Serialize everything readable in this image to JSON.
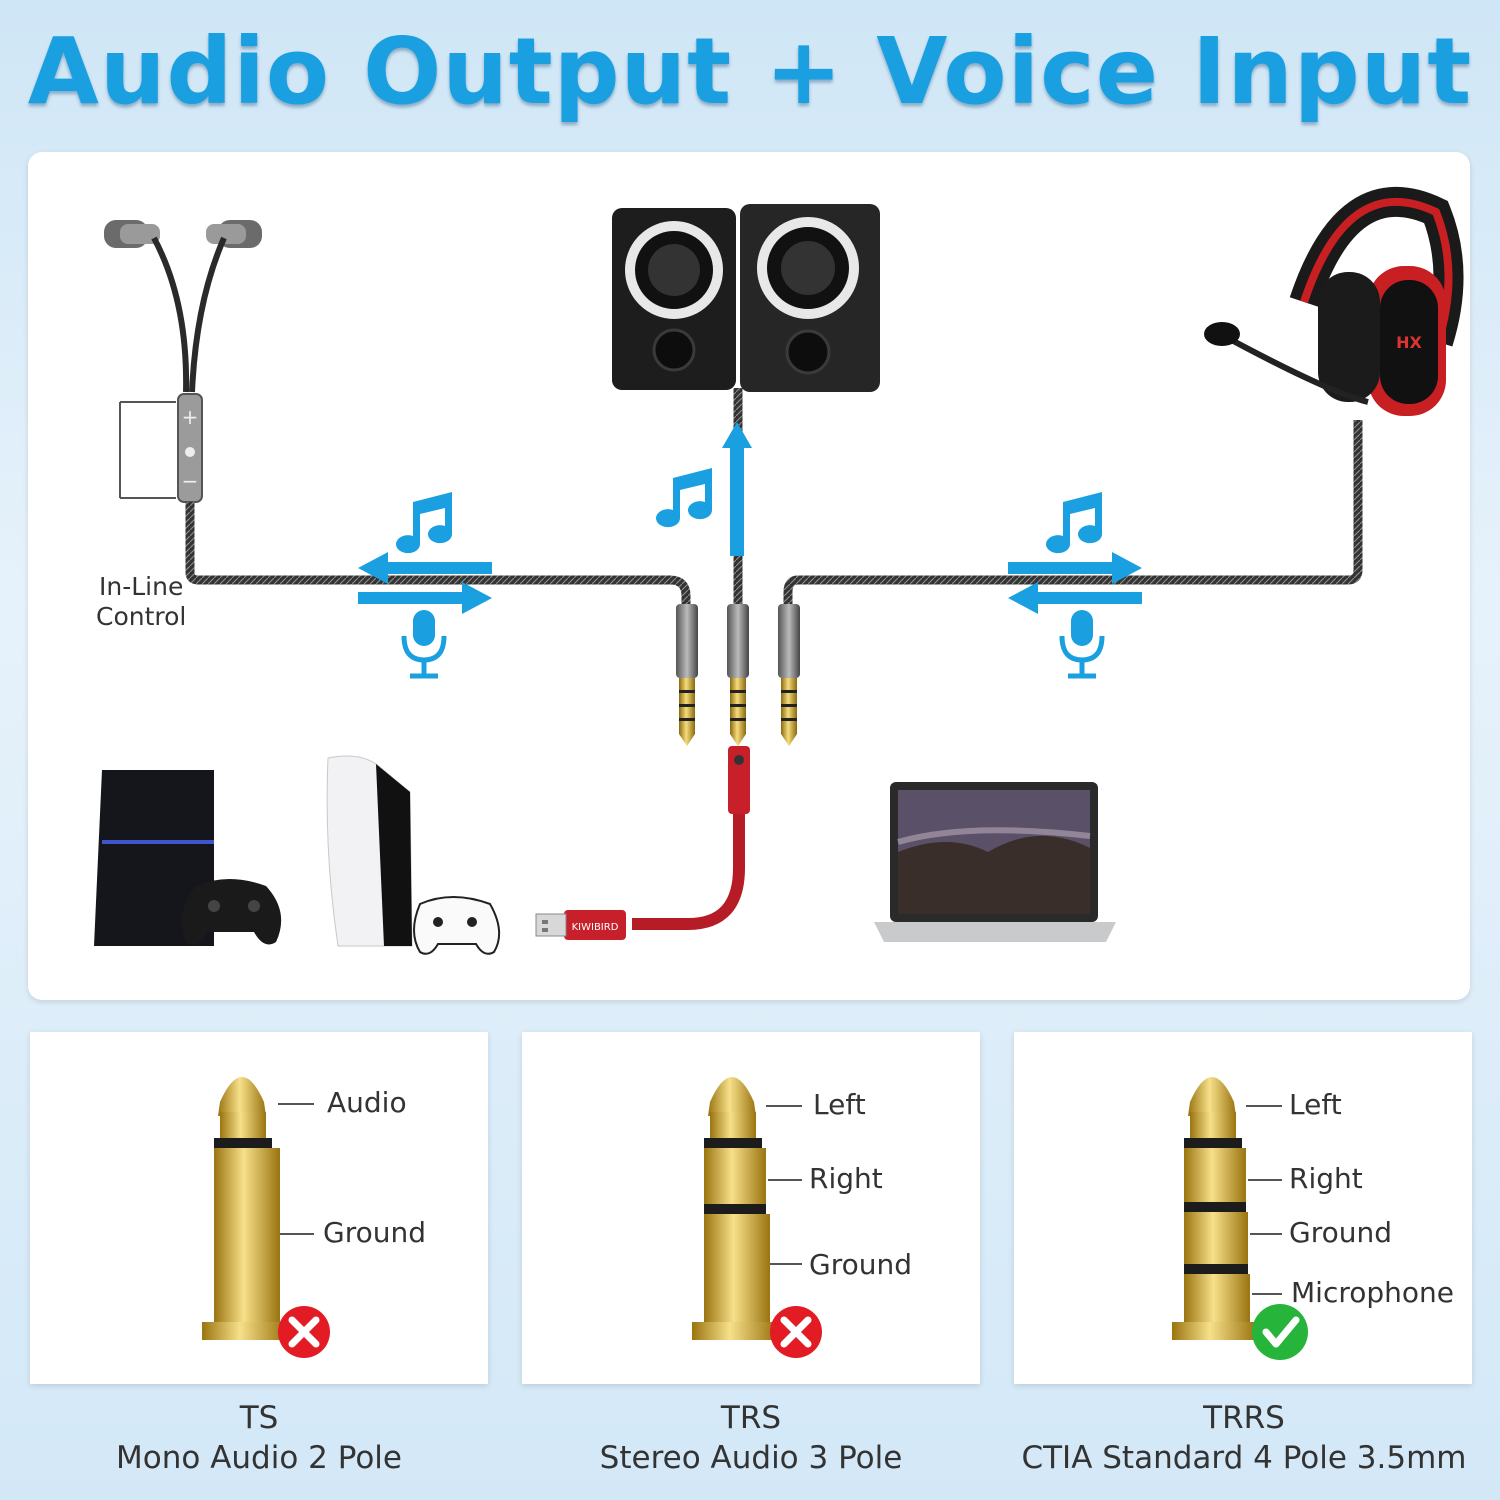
{
  "title": "Audio Output + Voice Input",
  "inline_control": [
    "In-Line",
    "Control"
  ],
  "adapter_brand": "KIWIBIRD",
  "colors": {
    "accent": "#1aa0e0",
    "gold": "#d9b23c",
    "red_cable": "#c8202a"
  },
  "icons": [
    "music-note-icon",
    "microphone-icon",
    "arrow-up-icon",
    "error-x-icon",
    "check-icon"
  ],
  "plugs": [
    {
      "type": "TS",
      "desc": "Mono Audio 2 Pole",
      "labels": [
        "Audio",
        "Ground"
      ],
      "supported": false
    },
    {
      "type": "TRS",
      "desc": "Stereo Audio 3 Pole",
      "labels": [
        "Left",
        "Right",
        "Ground"
      ],
      "supported": false
    },
    {
      "type": "TRRS",
      "desc": "CTIA Standard 4 Pole 3.5mm",
      "labels": [
        "Left",
        "Right",
        "Ground",
        "Microphone"
      ],
      "supported": true
    }
  ]
}
